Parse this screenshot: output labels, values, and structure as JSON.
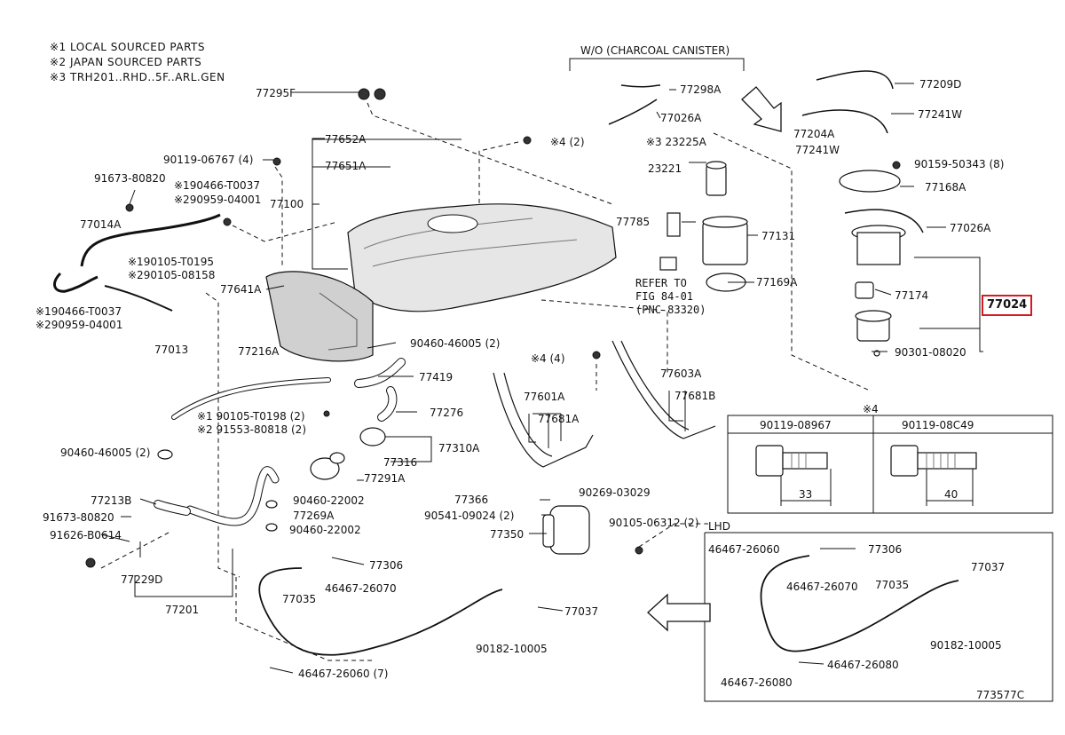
{
  "notes": [
    "※1 LOCAL SOURCED PARTS",
    "※2 JAPAN SOURCED PARTS",
    "※3 TRH201..RHD..5F..ARL.GEN"
  ],
  "sections": {
    "wo_canister": "W/O (CHARCOAL CANISTER)",
    "lhd": "LHD",
    "detail_star": "※4",
    "refer": [
      "REFER TO",
      "FIG 84-01",
      "(PNC 83320)"
    ]
  },
  "bolts": {
    "left_part": "90119-08967",
    "right_part": "90119-08C49",
    "left_dim": "33",
    "right_dim": "40"
  },
  "labels": {
    "p77295F": "77295F",
    "p77652A": "77652A",
    "p77651A": "77651A",
    "p90119_06767": "90119-06767 (4)",
    "p91673_80820a": "91673-80820",
    "p190466": "※190466-T0037",
    "p290959": "※290959-04001",
    "p77100": "77100",
    "p77014A": "77014A",
    "p190105": "※190105-T0195",
    "p290105": "※290105-08158",
    "p77641A": "77641A",
    "p190466b": "※190466-T0037",
    "p290959b": "※290959-04001",
    "p77013": "77013",
    "p77216A": "77216A",
    "p90460_46005a": "90460-46005 (2)",
    "p77419": "77419",
    "p77276": "77276",
    "p190105_T0198": "※1 90105-T0198 (2)",
    "p291553": "※2 91553-80818 (2)",
    "p90460_46005b": "90460-46005 (2)",
    "p77310A": "77310A",
    "p77316": "77316",
    "p77291A": "77291A",
    "p90460_22002a": "90460-22002",
    "p77213B": "77213B",
    "p77269A": "77269A",
    "p91673_80820b": "91673-80820",
    "p90460_22002b": "90460-22002",
    "p91626": "91626-B0614",
    "p77229D": "77229D",
    "p77201": "77201",
    "p77298A": "77298A",
    "p77026Aa": "77026A",
    "p23225A": "※3 23225A",
    "p4_2": "※4 (2)",
    "p23221": "23221",
    "p77785": "77785",
    "p77131": "77131",
    "p77169A": "77169A",
    "p4_4": "※4 (4)",
    "p77601A": "77601A",
    "p77681Aa": "77681A",
    "p77603A": "77603A",
    "p77681B": "77681B",
    "p77366": "77366",
    "p90269": "90269-03029",
    "p90541": "90541-09024 (2)",
    "p77350": "77350",
    "p90105_06312": "90105-06312 (2)",
    "p77306a": "77306",
    "p46467_26070a": "46467-26070",
    "p77035a": "77035",
    "p77037a": "77037",
    "p90182a": "90182-10005",
    "p46467_26060a": "46467-26060 (7)",
    "p77209D": "77209D",
    "p77241W": "77241W",
    "p77204A": "77204A",
    "p77241Wb": "77241W",
    "p90159": "90159-50343 (8)",
    "p77168A": "77168A",
    "p77026Ab": "77026A",
    "p77174": "77174",
    "p77024": "77024",
    "p90301": "90301-08020",
    "p46467_26060b": "46467-26060",
    "p77306b": "77306",
    "p77037b": "77037",
    "p46467_26070b": "46467-26070",
    "p77035b": "77035",
    "p90182b": "90182-10005",
    "p46467_26080a": "46467-26080",
    "p46467_26080b": "46467-26080",
    "p773577C": "773577C"
  },
  "colors": {
    "ink": "#111111",
    "highlight": "#d71920",
    "tank": "#d9d9d9"
  }
}
